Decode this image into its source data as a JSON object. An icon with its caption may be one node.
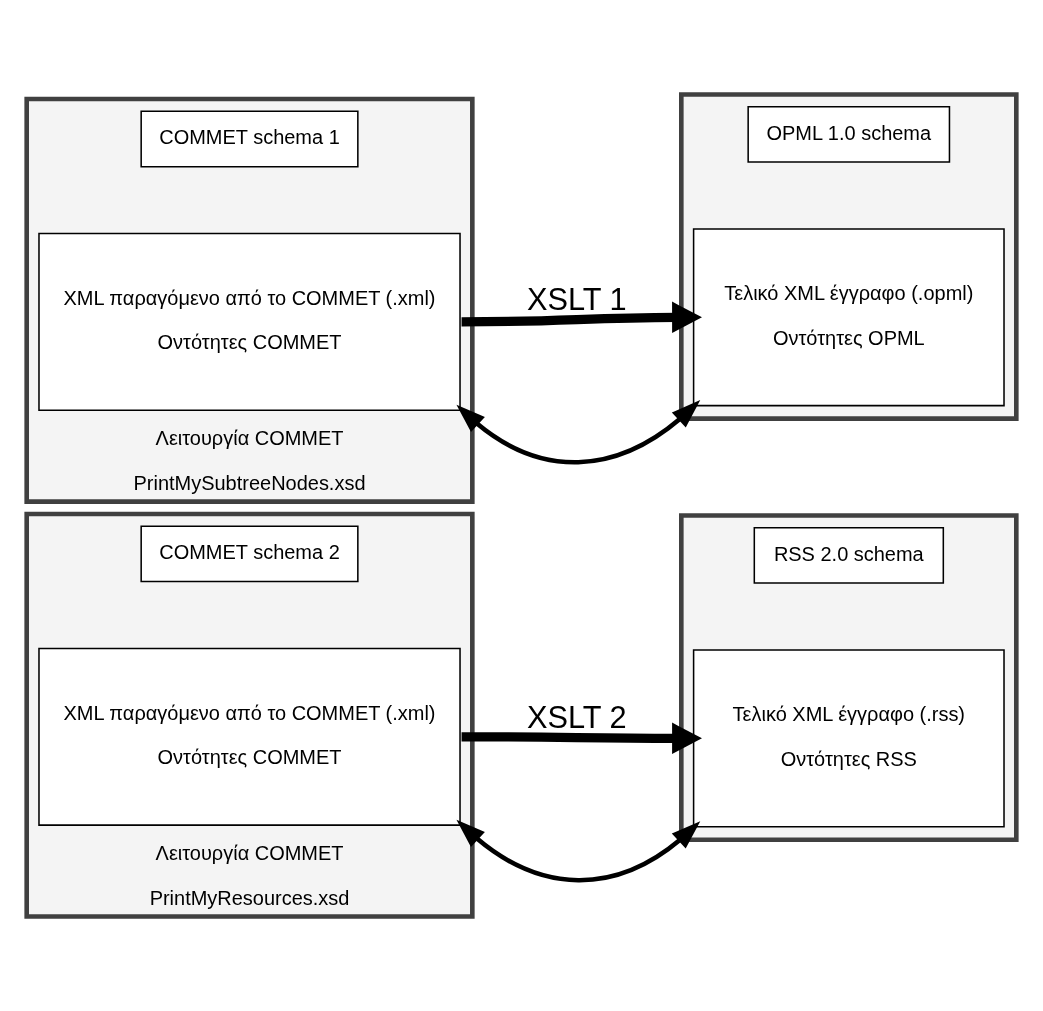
{
  "diagram": {
    "nodes": [
      {
        "text": [
          "Λειτουργία COMMET",
          "PrintMySubtreeNodes.xsd"
        ]
      },
      {
        "text": [
          "COMMET schema 1"
        ],
        "in": 0
      },
      {
        "text": [
          "XML παραγόμενο από το COMMET (.xml)",
          "Οντότητες COMMET"
        ],
        "in": 0
      },
      {
        "text": [],
        "shape": "box"
      },
      {
        "text": [
          "OPML 1.0 schema"
        ],
        "in": 3
      },
      {
        "text": [
          "Τελικό XML έγγραφο (.opml)",
          "Οντότητες OPML"
        ],
        "in": 3
      },
      {
        "text": [
          "Λειτουργία COMMET",
          "PrintMyResources.xsd"
        ]
      },
      {
        "text": [
          "COMMET schema 2"
        ],
        "in": 6
      },
      {
        "text": [
          "XML παραγόμενο από το COMMET (.xml)",
          "Οντότητες COMMET"
        ],
        "in": 6
      },
      {
        "text": [],
        "shape": "box"
      },
      {
        "text": [
          "RSS 2.0 schema"
        ],
        "in": 9
      },
      {
        "text": [
          "Τελικό XML έγγραφο (.rss)",
          "Οντότητες RSS"
        ],
        "in": 9
      }
    ],
    "edges": [
      {
        "from": 2,
        "to": 5,
        "arrow": "to",
        "label": "XSLT 1",
        "style": "thick"
      },
      {
        "from": 2,
        "to": 5,
        "arrow": "both"
      },
      {
        "from": 8,
        "to": 11,
        "arrow": "to",
        "label": "XSLT 2",
        "style": "thick"
      },
      {
        "from": 8,
        "to": 11,
        "arrow": "both"
      }
    ]
  }
}
